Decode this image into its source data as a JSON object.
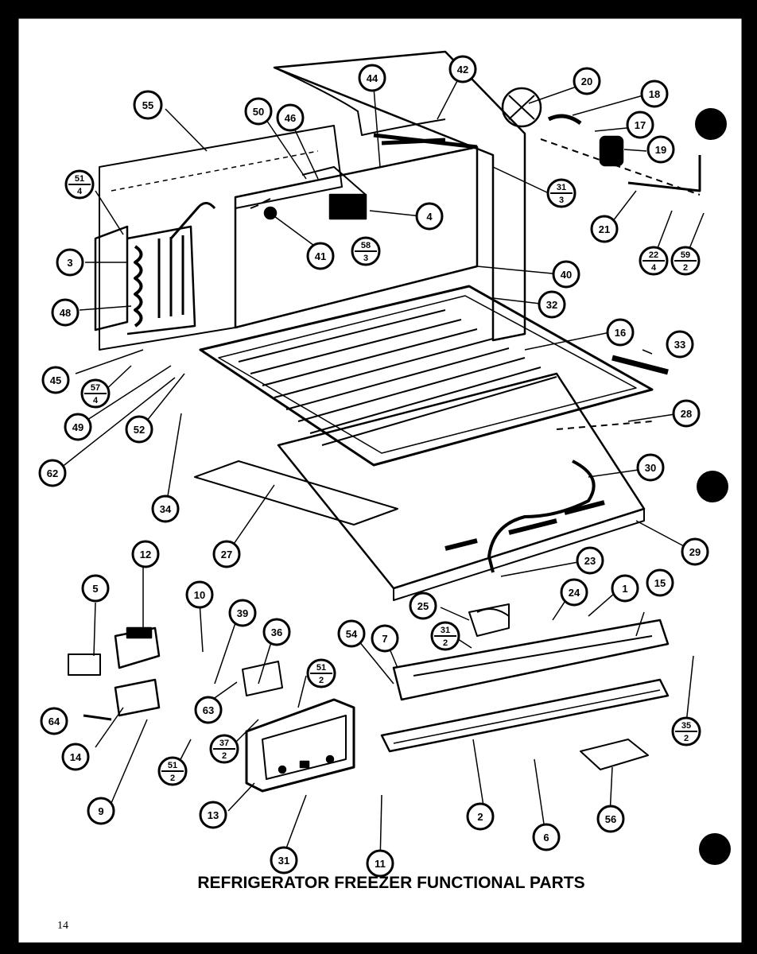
{
  "title": "REFRIGERATOR FREEZER FUNCTIONAL PARTS",
  "page_number": "14",
  "colors": {
    "paper": "#ffffff",
    "ink": "#000000",
    "border": "#000000"
  },
  "callouts": {
    "c1": "1",
    "c2": "2",
    "c3": "3",
    "c4": "4",
    "c5": "5",
    "c6": "6",
    "c7": "7",
    "c9": "9",
    "c10": "10",
    "c11": "11",
    "c12": "12",
    "c13": "13",
    "c14": "14",
    "c15": "15",
    "c16": "16",
    "c17": "17",
    "c18": "18",
    "c19": "19",
    "c20": "20",
    "c21": "21",
    "c23": "23",
    "c24": "24",
    "c25": "25",
    "c27": "27",
    "c28": "28",
    "c29": "29",
    "c30": "30",
    "c31": "31",
    "c32": "32",
    "c33": "33",
    "c34": "34",
    "c36": "36",
    "c39": "39",
    "c40": "40",
    "c41": "41",
    "c42": "42",
    "c44": "44",
    "c45": "45",
    "c46": "46",
    "c48": "48",
    "c49": "49",
    "c50": "50",
    "c52": "52",
    "c54": "54",
    "c55": "55",
    "c56": "56",
    "c62": "62",
    "c63": "63",
    "c64": "64"
  },
  "fractions": {
    "f51_4": {
      "num": "51",
      "den": "4"
    },
    "f31_3": {
      "num": "31",
      "den": "3"
    },
    "f58_3": {
      "num": "58",
      "den": "3"
    },
    "f22_4": {
      "num": "22",
      "den": "4"
    },
    "f59_2": {
      "num": "59",
      "den": "2"
    },
    "f57_4": {
      "num": "57",
      "den": "4"
    },
    "f31_2": {
      "num": "31",
      "den": "2"
    },
    "f51_2a": {
      "num": "51",
      "den": "2"
    },
    "f37_2": {
      "num": "37",
      "den": "2"
    },
    "f51_2b": {
      "num": "51",
      "den": "2"
    },
    "f35_2": {
      "num": "35",
      "den": "2"
    }
  }
}
